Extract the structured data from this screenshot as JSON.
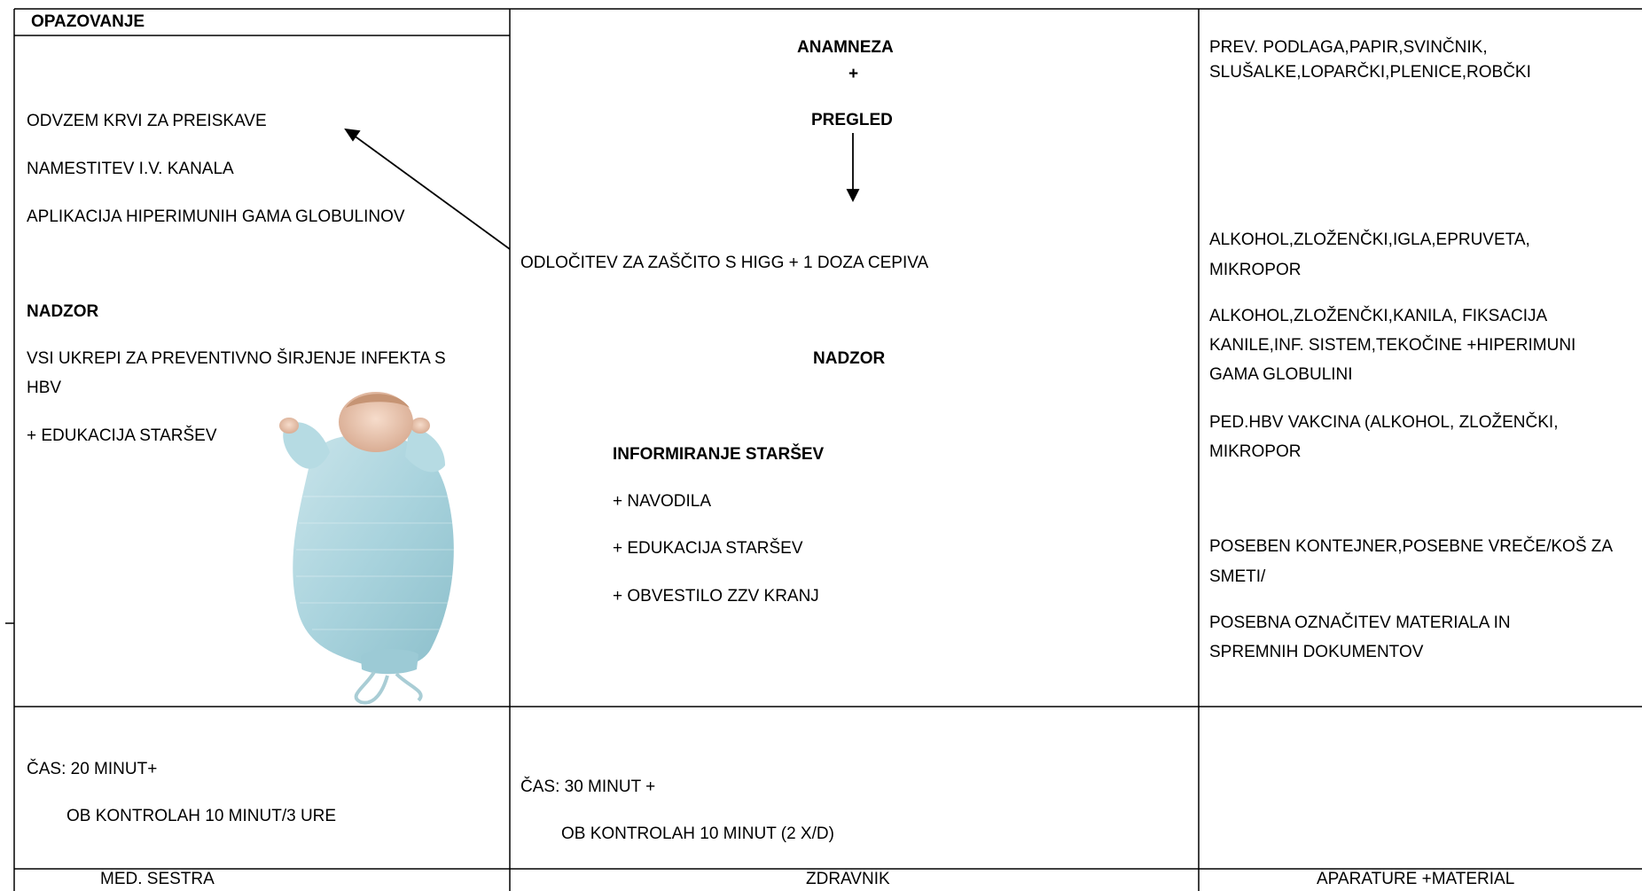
{
  "col1": {
    "header": "OPAZOVANJE",
    "items": [
      "ODVZEM KRVI ZA PREISKAVE",
      "NAMESTITEV I.V. KANALA",
      "APLIKACIJA HIPERIMUNIH GAMA GLOBULINOV"
    ],
    "nadzor_title": "NADZOR",
    "nadzor_text_1": "VSI UKREPI ZA PREVENTIVNO ŠIRJENJE INFEKTA S",
    "nadzor_text_2": "HBV",
    "education": "+ EDUKACIJA STARŠEV",
    "time_1": "ČAS: 20 MINUT+",
    "time_2": "OB KONTROLAH 10 MINUT/3 URE",
    "footer": "MED. SESTRA"
  },
  "col2": {
    "anamneza": "ANAMNEZA",
    "plus": "+",
    "pregled": "PREGLED",
    "decision": "ODLOČITEV ZA ZAŠČITO  S HIGG + 1 DOZA CEPIVA",
    "nadzor": "NADZOR",
    "inform_title": "INFORMIRANJE STARŠEV",
    "inform_1": "+ NAVODILA",
    "inform_2": "+  EDUKACIJA STARŠEV",
    "inform_3": "+   OBVESTILO ZZV KRANJ",
    "time_1": "ČAS: 30 MINUT +",
    "time_2": "OB KONTROLAH 10 MINUT (2 X/D)",
    "footer": "ZDRAVNIK"
  },
  "col3": {
    "m1_a": "PREV. PODLAGA,PAPIR,SVINČNIK,",
    "m1_b": "SLUŠALKE,LOPARČKI,PLENICE,ROBČKI",
    "m2_a": "ALKOHOL,ZLOŽENČKI,IGLA,EPRUVETA,",
    "m2_b": "MIKROPOR",
    "m3_a": "ALKOHOL,ZLOŽENČKI,KANILA, FIKSACIJA",
    "m3_b": "KANILE,INF. SISTEM,TEKOČINE +HIPERIMUNI",
    "m3_c": "GAMA GLOBULINI",
    "m4_a": "PED.HBV VAKCINA (ALKOHOL, ZLOŽENČKI,",
    "m4_b": "MIKROPOR",
    "m5_a": "POSEBEN KONTEJNER,POSEBNE VREČE/KOŠ ZA",
    "m5_b": "SMETI/",
    "m6_a": "POSEBNA OZNAČITEV MATERIALA IN",
    "m6_b": "SPREMNIH DOKUMENTOV",
    "footer": "APARATURE +MATERIAL"
  }
}
